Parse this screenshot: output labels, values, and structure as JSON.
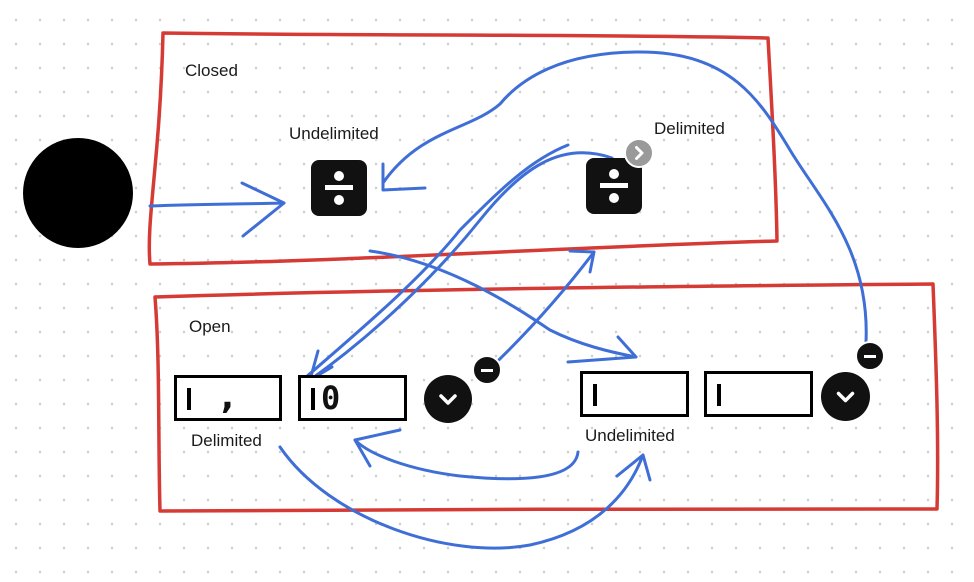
{
  "colors": {
    "region_border": "#d63a34",
    "arrow": "#3f6fd6",
    "control_fill": "#111111",
    "badge_gray": "#9a9a9a"
  },
  "icons": {
    "start": "filled-circle-icon",
    "divide": "divide-icon",
    "chevron_down": "chevron-down-icon",
    "chevron_right": "chevron-right-icon",
    "minus": "minus-icon"
  },
  "regions": {
    "closed": {
      "label": "Closed"
    },
    "open": {
      "label": "Open"
    }
  },
  "closed_states": {
    "undelimited_label": "Undelimited",
    "delimited_label": "Delimited"
  },
  "open_states": {
    "delimited_label": "Delimited",
    "delimited_field1_text": ",",
    "delimited_field2_text": "0",
    "undelimited_label": "Undelimited"
  }
}
